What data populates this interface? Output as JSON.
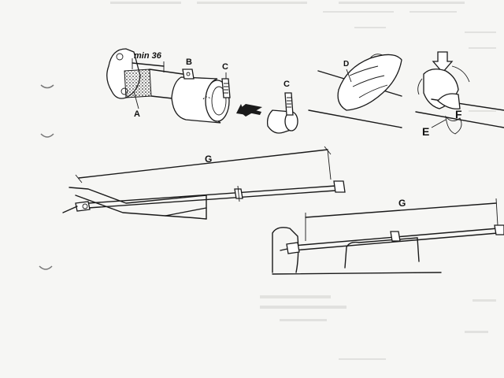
{
  "labels": {
    "min": "min 36",
    "a": "A",
    "b": "B",
    "c1": "C",
    "c2": "C",
    "d": "D",
    "e": "E",
    "f": "F",
    "g1": "G",
    "g2": "G"
  },
  "colors": {
    "ink": "#1a1a1a",
    "paper": "#f6f6f4",
    "hole_shadow": "#d8d8d6"
  },
  "icons": [
    "punch-hole-icon",
    "arrow-right-icon",
    "arrow-down-icon"
  ]
}
